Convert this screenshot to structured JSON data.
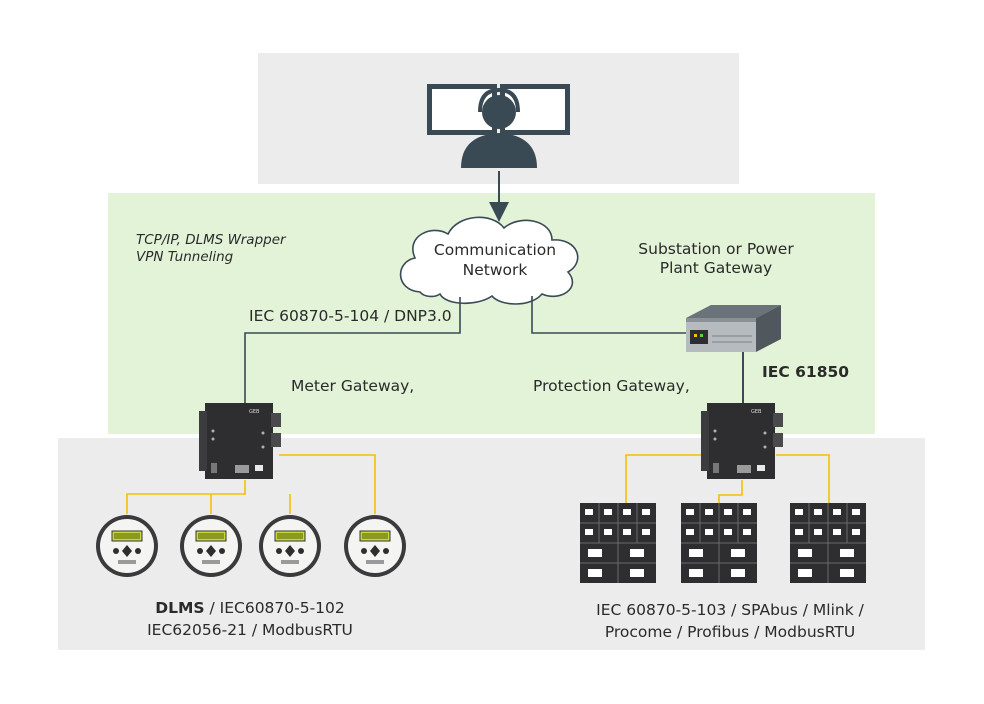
{
  "labels": {
    "tunneling_line1": "TCP/IP, DLMS Wrapper",
    "tunneling_line2": "VPN Tunneling",
    "cloud_line1": "Communication",
    "cloud_line2": "Network",
    "plant_gateway_line1": "Substation or Power",
    "plant_gateway_line2": "Plant Gateway",
    "iec104_dnp3": "IEC 60870-5-104 / DNP3.0",
    "meter_gateway": "Meter Gateway,",
    "protection_gateway": "Protection Gateway,",
    "iec61850": "IEC 61850",
    "dlms_bold": "DLMS",
    "dlms_rest": " / IEC60870-5-102",
    "meter_protocols_line2": "IEC62056-21 / ModbusRTU",
    "relay_protocols_line1": "IEC 60870-5-103 / SPAbus / Mlink /",
    "relay_protocols_line2": "Procome / Profibus / ModbusRTU"
  },
  "colors": {
    "top_panel": "#ececec",
    "green_panel": "#e2f3d8",
    "bottom_panel": "#ececec",
    "link_yellow": "#f2c200",
    "link_dark": "#3a4a55",
    "device_dark": "#2e2e30"
  },
  "icons": [
    "operator-workstation-icon",
    "cloud-icon",
    "rack-server-icon",
    "gateway-device-icon",
    "energy-meter-icon",
    "switchgear-cabinet-icon"
  ]
}
